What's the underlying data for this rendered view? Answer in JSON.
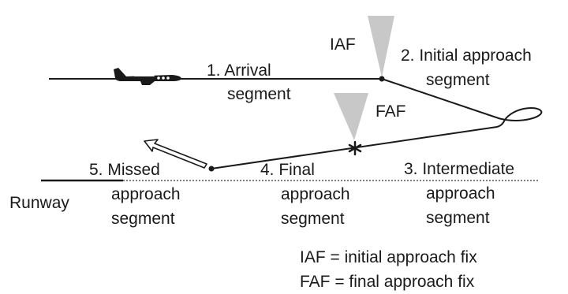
{
  "labels": {
    "iaf": "IAF",
    "faf": "FAF",
    "arrival": [
      "1. Arrival",
      "segment"
    ],
    "initial": [
      "2. Initial approach",
      "segment"
    ],
    "intermediate": [
      "3. Intermediate",
      "approach",
      "segment"
    ],
    "final": [
      "4. Final",
      "approach",
      "segment"
    ],
    "missed": [
      "5. Missed",
      "approach",
      "segment"
    ],
    "runway": "Runway"
  },
  "legend": {
    "iaf_def": "IAF = initial approach fix",
    "faf_def": "FAF = final approach fix"
  },
  "colors": {
    "line": "#1a1a1a",
    "fix_marker": "#c8c8c8",
    "text": "#1a1a1a"
  }
}
